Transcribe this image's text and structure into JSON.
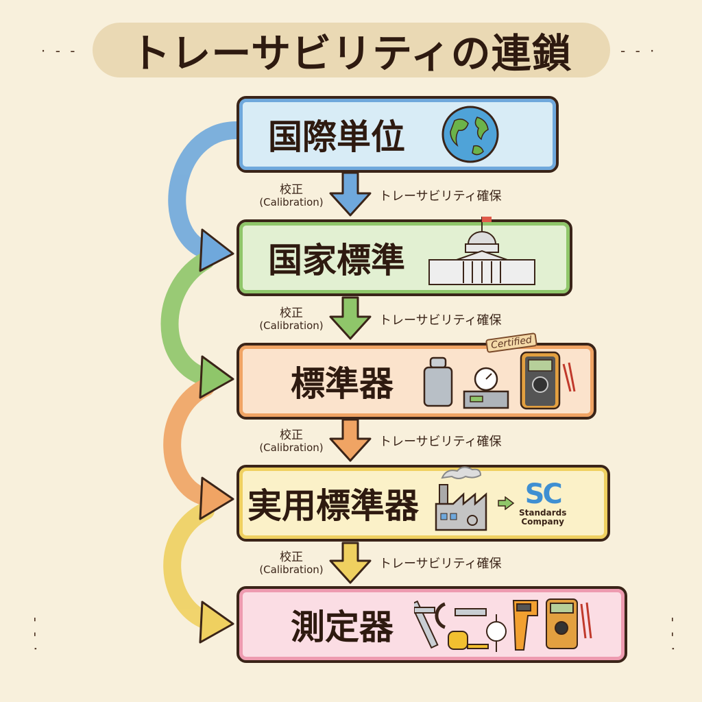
{
  "title": "トレーサビリティの連鎖",
  "stages": [
    {
      "label": "国際単位",
      "icon": "globe-icon",
      "color": "#6fa8dc",
      "fill": "#d8ecf6"
    },
    {
      "label": "国家標準",
      "icon": "government-building-icon",
      "color": "#8fc66a",
      "fill": "#e2f0d2"
    },
    {
      "label": "標準器",
      "icon": "standard-instruments-icon",
      "color": "#f0a464",
      "fill": "#fbe3cc"
    },
    {
      "label": "実用標準器",
      "icon": "factory-to-company-icon",
      "color": "#efd060",
      "fill": "#fbf1c8"
    },
    {
      "label": "測定器",
      "icon": "measuring-tools-icon",
      "color": "#ee9bb0",
      "fill": "#fbdde4"
    }
  ],
  "links": [
    {
      "calibration": "校正",
      "calibration_en": "(Calibration)",
      "result": "トレーサビリティ確保"
    },
    {
      "calibration": "校正",
      "calibration_en": "(Calibration)",
      "result": "トレーサビリティ確保"
    },
    {
      "calibration": "校正",
      "calibration_en": "(Calibration)",
      "result": "トレーサビリティ確保"
    },
    {
      "calibration": "校正",
      "calibration_en": "(Calibration)",
      "result": "トレーサビリティ確保"
    }
  ],
  "certified_badge": "Certified",
  "company_logo": {
    "letters": "SC",
    "name_line1": "Standards",
    "name_line2": "Company"
  }
}
